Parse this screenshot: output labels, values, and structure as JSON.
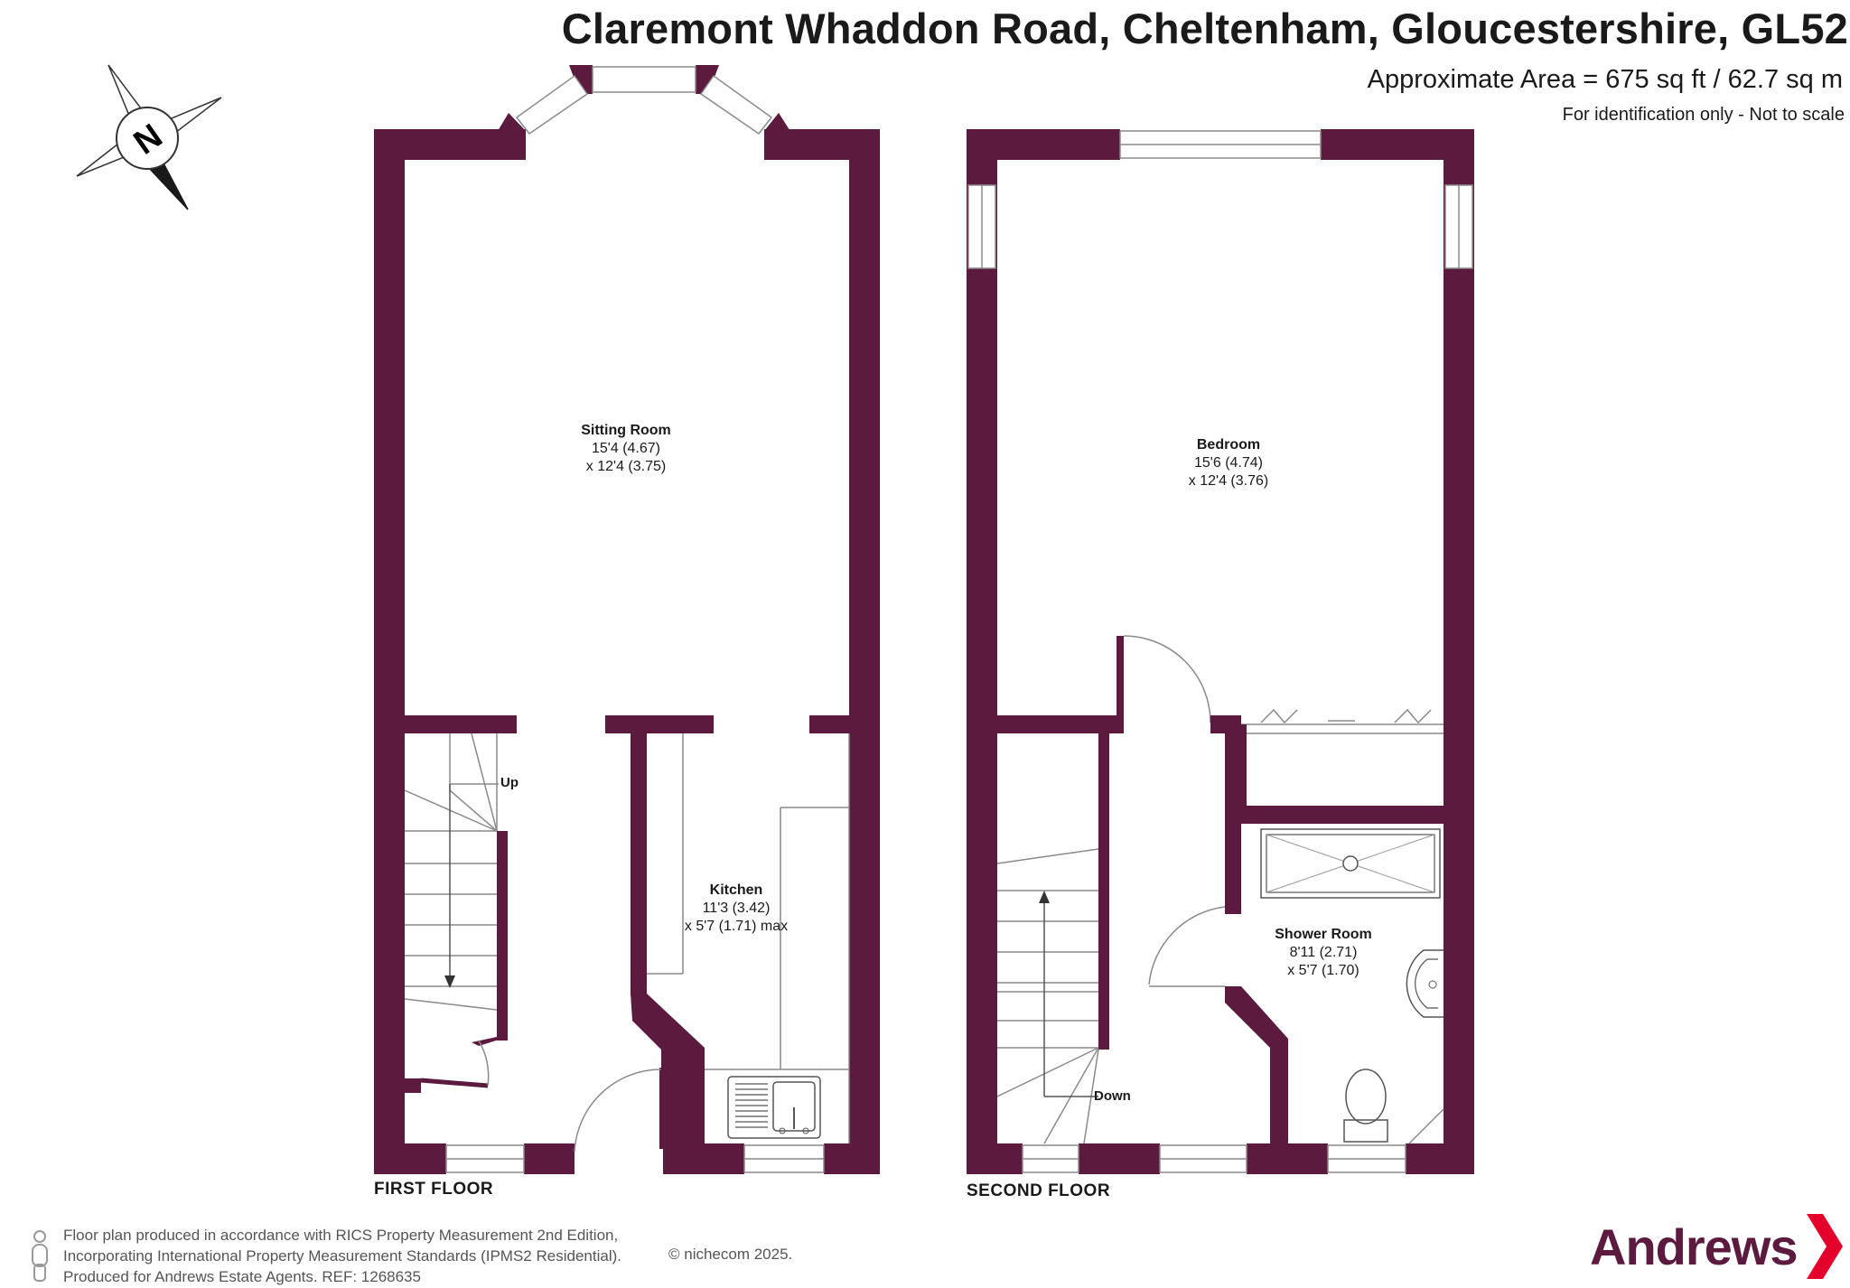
{
  "header": {
    "title": "Claremont Whaddon Road, Cheltenham, Gloucestershire, GL52",
    "area": "Approximate Area = 675 sq ft / 62.7 sq m",
    "identification": "For identification only - Not to scale"
  },
  "compass": {
    "label": "N"
  },
  "floors": {
    "first": {
      "label": "FIRST FLOOR",
      "stairs_label": "Up",
      "rooms": {
        "sitting": {
          "name": "Sitting Room",
          "dim1": "15'4 (4.67)",
          "dim2": "x 12'4 (3.75)"
        },
        "kitchen": {
          "name": "Kitchen",
          "dim1": "11'3 (3.42)",
          "dim2": "x 5'7 (1.71) max"
        }
      }
    },
    "second": {
      "label": "SECOND FLOOR",
      "stairs_label": "Down",
      "rooms": {
        "bedroom": {
          "name": "Bedroom",
          "dim1": "15'6 (4.74)",
          "dim2": "x 12'4 (3.76)"
        },
        "shower": {
          "name": "Shower Room",
          "dim1": "8'11 (2.71)",
          "dim2": "x 5'7 (1.70)"
        }
      }
    }
  },
  "footer": {
    "line1": "Floor plan produced in accordance with RICS Property Measurement 2nd Edition,",
    "line2": "Incorporating International Property Measurement Standards (IPMS2 Residential).",
    "line3": "Produced for Andrews Estate Agents.   REF:  1268635",
    "copyright": "© nichecom 2025."
  },
  "brand": {
    "name": "Andrews"
  },
  "colors": {
    "wall": "#5b1a3e",
    "brand": "#5b1a3e",
    "accent": "#e4002b"
  }
}
